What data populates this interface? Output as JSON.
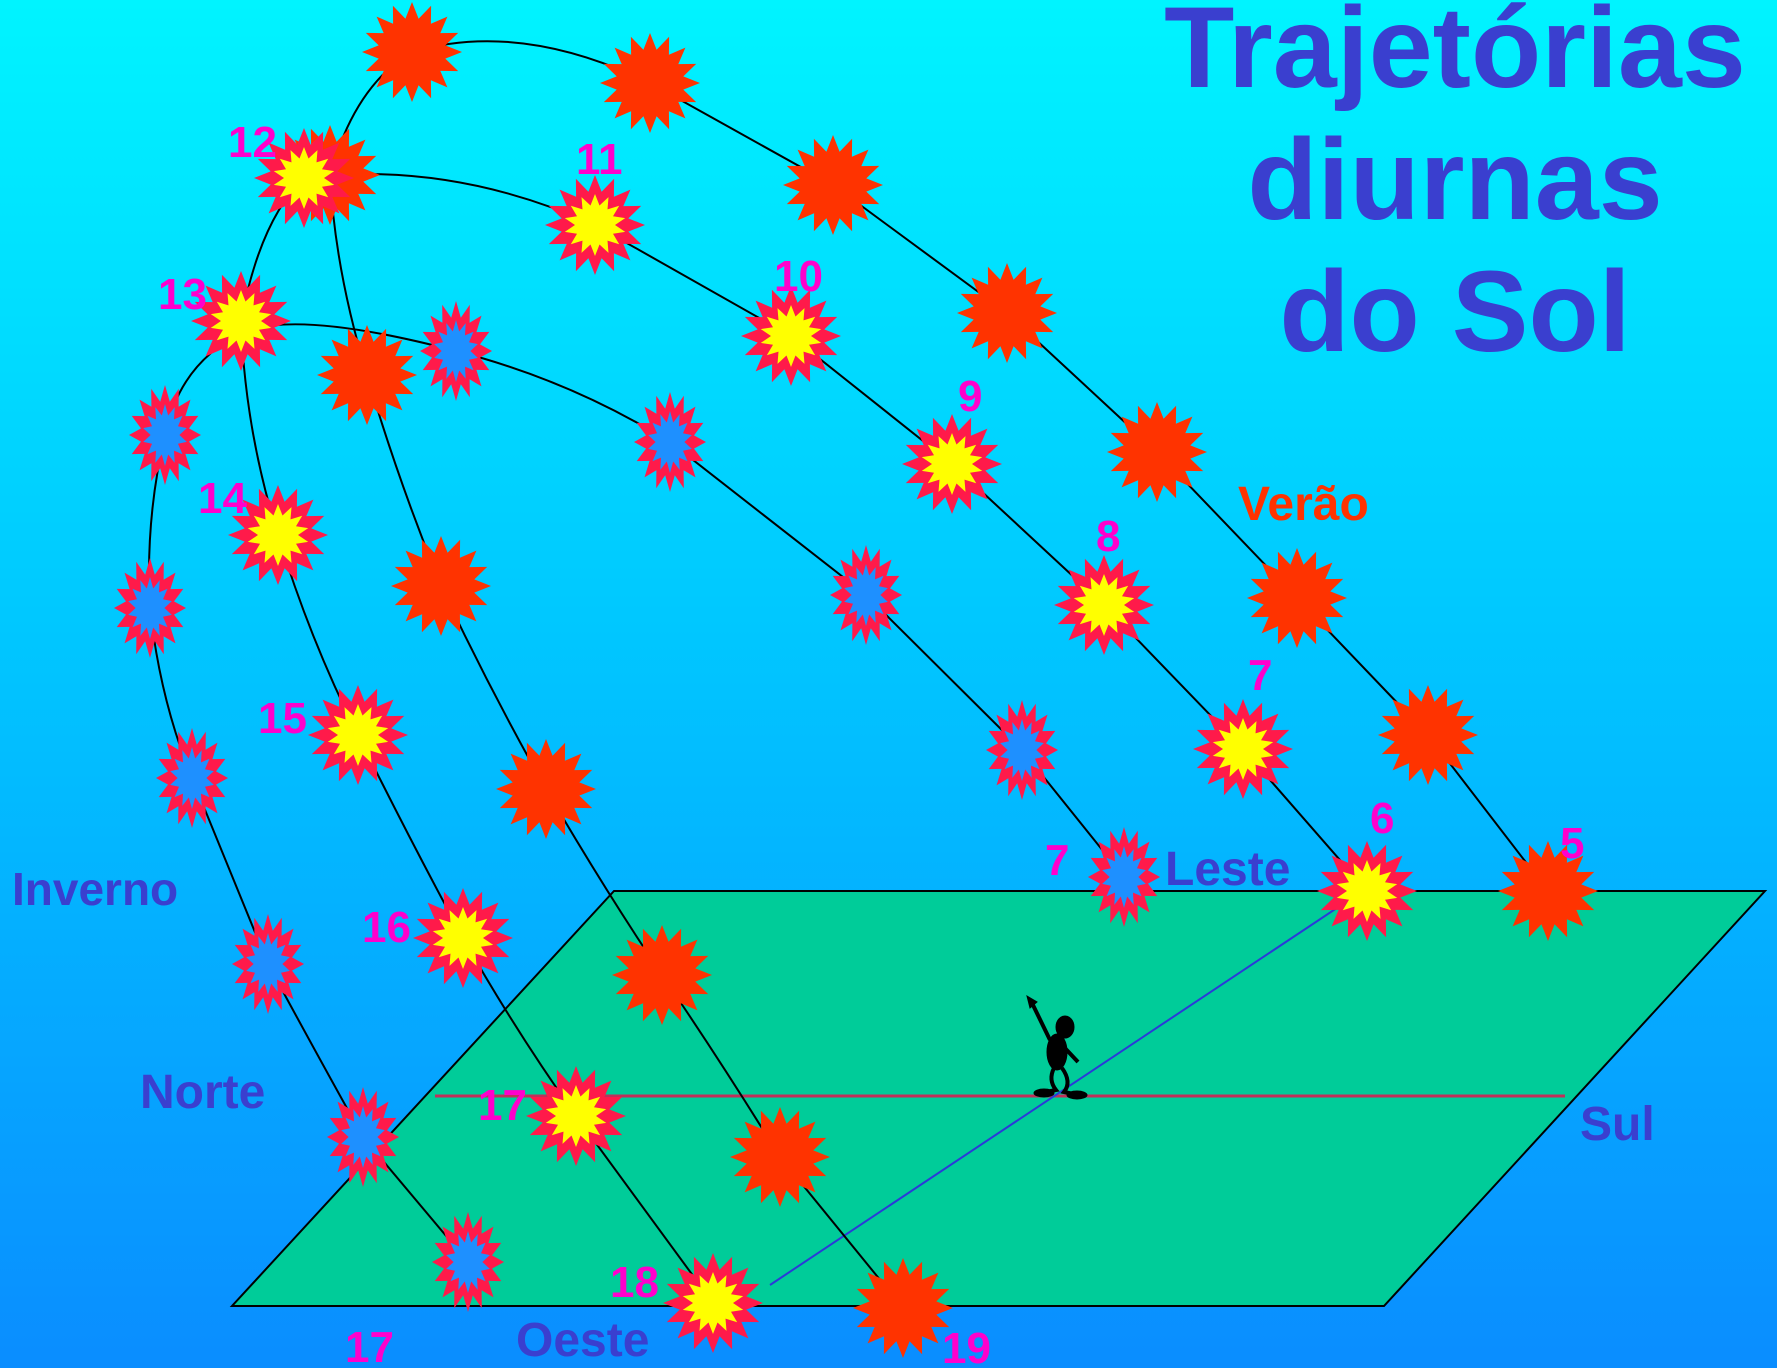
{
  "title": {
    "line1": "Trajetórias",
    "line2": "diurnas",
    "line3": "do Sol"
  },
  "colors": {
    "ground": "#00cc99",
    "summer_sun": "#ff3300",
    "equinox_sun_outer": "#ff1a4a",
    "equinox_sun_inner": "#ffff00",
    "winter_sun_outer": "#ff1a4a",
    "winter_sun_inner": "#1e90ff",
    "hour_label": "#ff00cc",
    "direction_label": "#3a3fcf",
    "summer_label": "#ff3300",
    "ns_line": "#c0305a",
    "ew_line": "#2a3ad8"
  },
  "labels": {
    "summer": "Verão",
    "winter": "Inverno",
    "north": "Norte",
    "south": "Sul",
    "east": "Leste",
    "west": "Oeste"
  },
  "hour_labels": {
    "summer_start": "5",
    "summer_end": "19",
    "equinox": [
      "6",
      "7",
      "8",
      "9",
      "10",
      "11",
      "12",
      "13",
      "14",
      "15",
      "16",
      "17",
      "18"
    ],
    "winter_start": "7",
    "winter_end": "17"
  }
}
